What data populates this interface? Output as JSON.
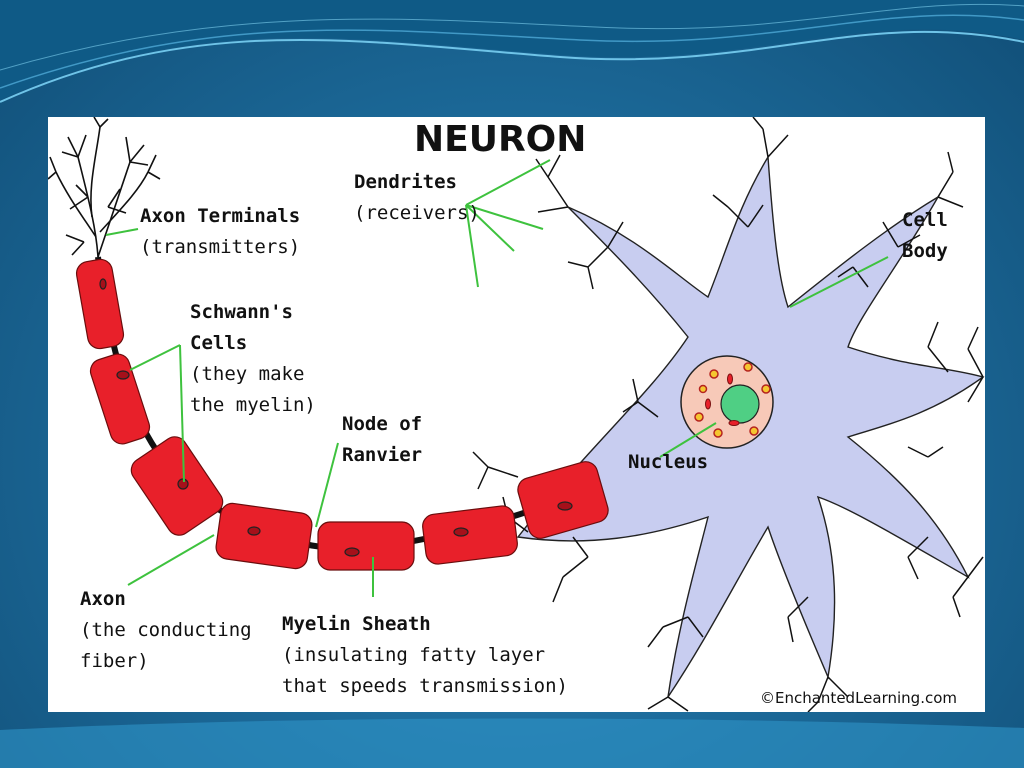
{
  "title": "NEURON",
  "labels": {
    "dendrites": {
      "name": "Dendrites",
      "note": "(receivers)"
    },
    "axon_terminals": {
      "name": "Axon Terminals",
      "note": "(transmitters)"
    },
    "cell_body": {
      "line1": "Cell",
      "line2": "Body"
    },
    "schwann": {
      "line1": "Schwann's",
      "line2": "Cells",
      "note1": "(they make",
      "note2": "the myelin)"
    },
    "node": {
      "line1": "Node of",
      "line2": "Ranvier"
    },
    "nucleus": "Nucleus",
    "axon": {
      "name": "Axon",
      "note1": "(the conducting",
      "note2": "fiber)"
    },
    "myelin": {
      "name": "Myelin Sheath",
      "note1": "(insulating fatty layer",
      "note2": "that speeds transmission)"
    }
  },
  "copyright": "©EnchantedLearning.com",
  "colors": {
    "myelin": "#e8202a",
    "cell_body": "#c8cdf0",
    "nucleus_ring": "#f7c9b8",
    "nucleolus": "#4fcf84",
    "pointer": "#3ec23e",
    "slide_bg": "#1d6c9c"
  }
}
